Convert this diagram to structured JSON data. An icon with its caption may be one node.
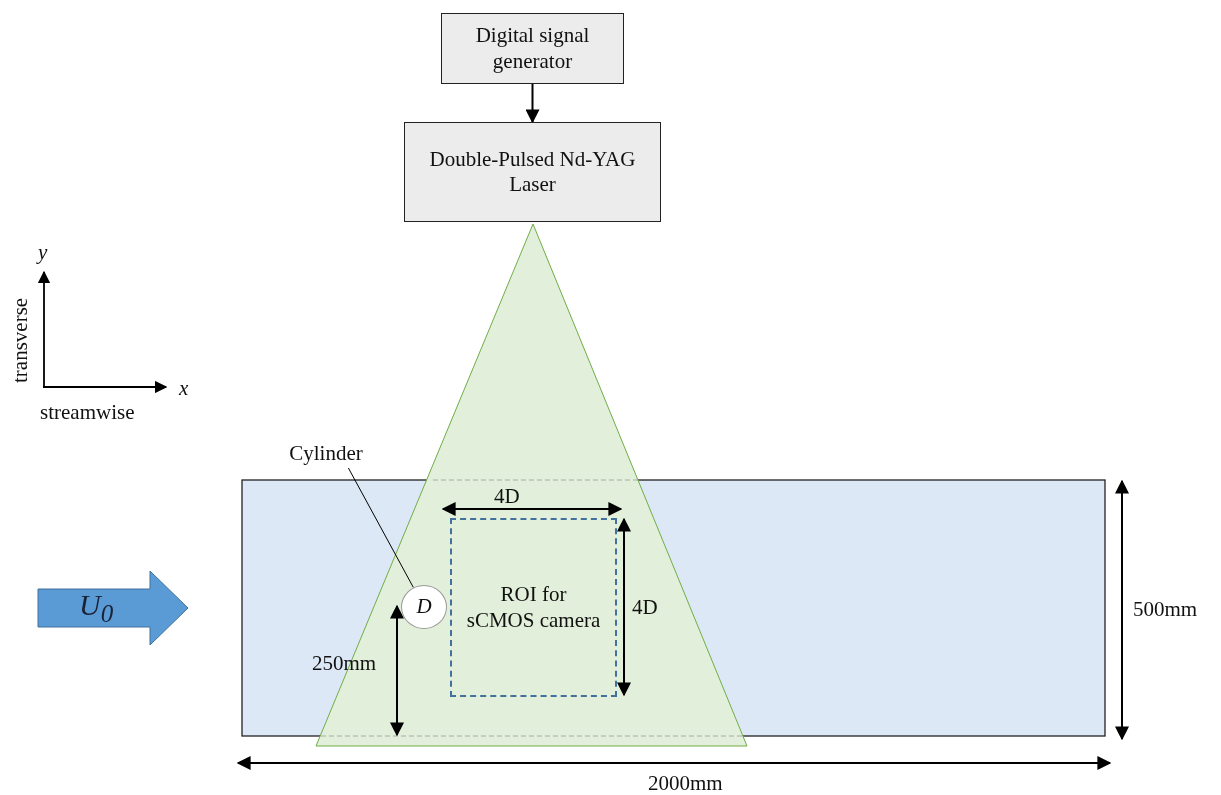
{
  "diagram": {
    "nodes": [
      {
        "text": [
          "Digital signal generator"
        ]
      },
      {
        "text": [
          "Double-Pulsed Nd-YAG Laser"
        ]
      },
      {
        "text": [
          "Cylinder"
        ]
      },
      {
        "text": [
          "D"
        ]
      },
      {
        "text": [
          "ROI for sCMOS camera"
        ]
      },
      {
        "text": [
          "U$_{0}$"
        ]
      }
    ],
    "edges": [
      {
        "from": 0,
        "to": 1,
        "arrow": "to"
      },
      {
        "from": 2,
        "to": 3,
        "arrow": "none"
      }
    ],
    "labels": [
      "y",
      "transverse",
      "x",
      "streamwise",
      "4D",
      "4D",
      "250mm",
      "500mm",
      "2000mm"
    ]
  }
}
